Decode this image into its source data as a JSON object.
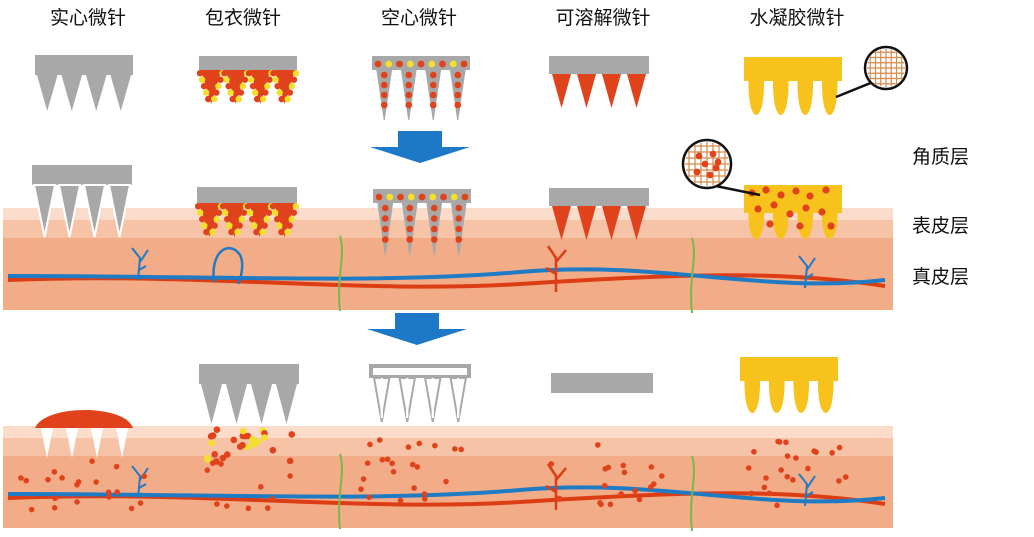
{
  "columns": [
    {
      "key": "solid",
      "title": "实心微针"
    },
    {
      "key": "coated",
      "title": "包衣微针"
    },
    {
      "key": "hollow",
      "title": "空心微针"
    },
    {
      "key": "dissolving",
      "title": "可溶解微针"
    },
    {
      "key": "hydrogel",
      "title": "水凝胶微针"
    }
  ],
  "layers": {
    "stratum_corneum": "角质层",
    "epidermis": "表皮层",
    "dermis": "真皮层"
  },
  "colors": {
    "needle_gray": "#a8a8a8",
    "drug_red": "#e0421b",
    "hydrogel_yellow": "#f7c21c",
    "coat_yellow": "#f4e02a",
    "skin_top": "#fbdccb",
    "skin_epi": "#f6c3a6",
    "skin_dermis": "#f3ac88",
    "vessel_red": "#dd3d14",
    "vessel_blue": "#1e7bc4",
    "hair_green": "#79b848",
    "arrow_blue": "#1e78c8"
  },
  "arrow_icon": "down-arrow-icon",
  "lens_icon": "magnifier-mesh-icon"
}
